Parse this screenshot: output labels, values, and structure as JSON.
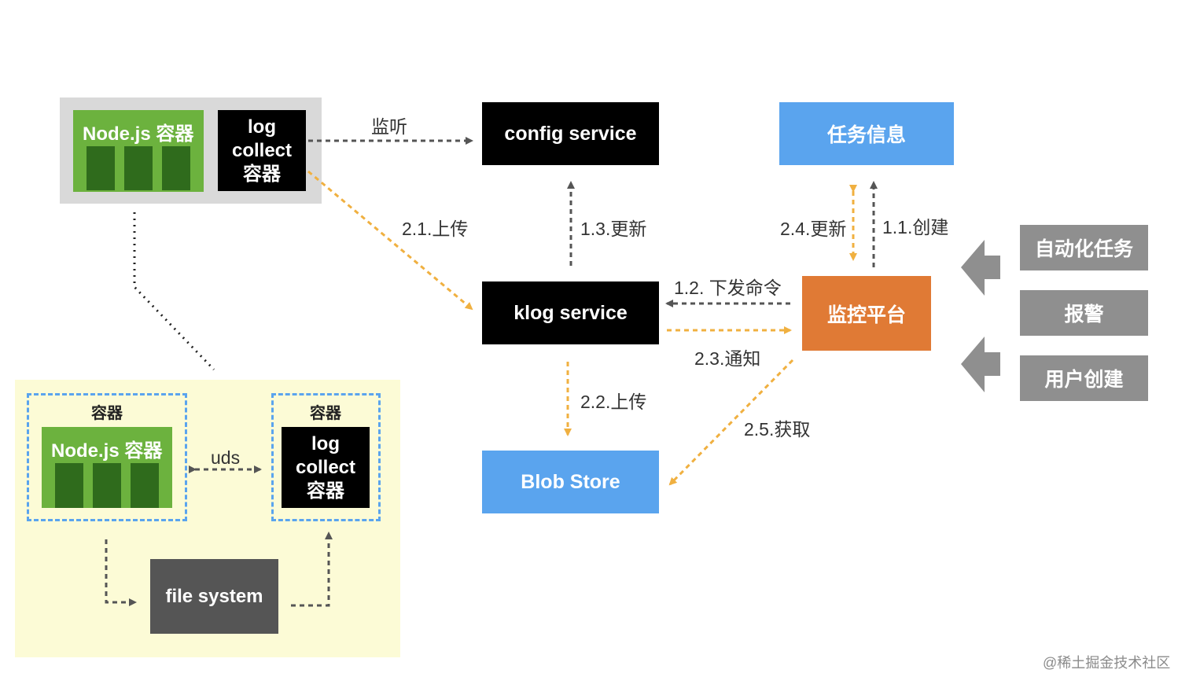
{
  "top_container": {
    "node_label": "Node.js 容器",
    "log_label_lines": [
      "log",
      "collect",
      "容器"
    ]
  },
  "services": {
    "config": "config service",
    "klog": "klog service",
    "blob": "Blob Store",
    "task_info": "任务信息",
    "monitor": "监控平台"
  },
  "sources": [
    "自动化任务",
    "报警",
    "用户创建"
  ],
  "edge_labels": {
    "listen": "监听",
    "upload_2_1": "2.1.上传",
    "update_1_3": "1.3.更新",
    "update_2_4": "2.4.更新",
    "create_1_1": "1.1.创建",
    "dispatch_1_2": "1.2. 下发命令",
    "notify_2_3": "2.3.通知",
    "upload_2_2": "2.2.上传",
    "fetch_2_5": "2.5.获取",
    "uds": "uds"
  },
  "detail": {
    "left_container_title": "容器",
    "right_container_title": "容器",
    "node_label": "Node.js 容器",
    "log_label_lines": [
      "log",
      "collect",
      "容器"
    ],
    "file_system": "file system"
  },
  "watermark": "@稀土掘金技术社区"
}
